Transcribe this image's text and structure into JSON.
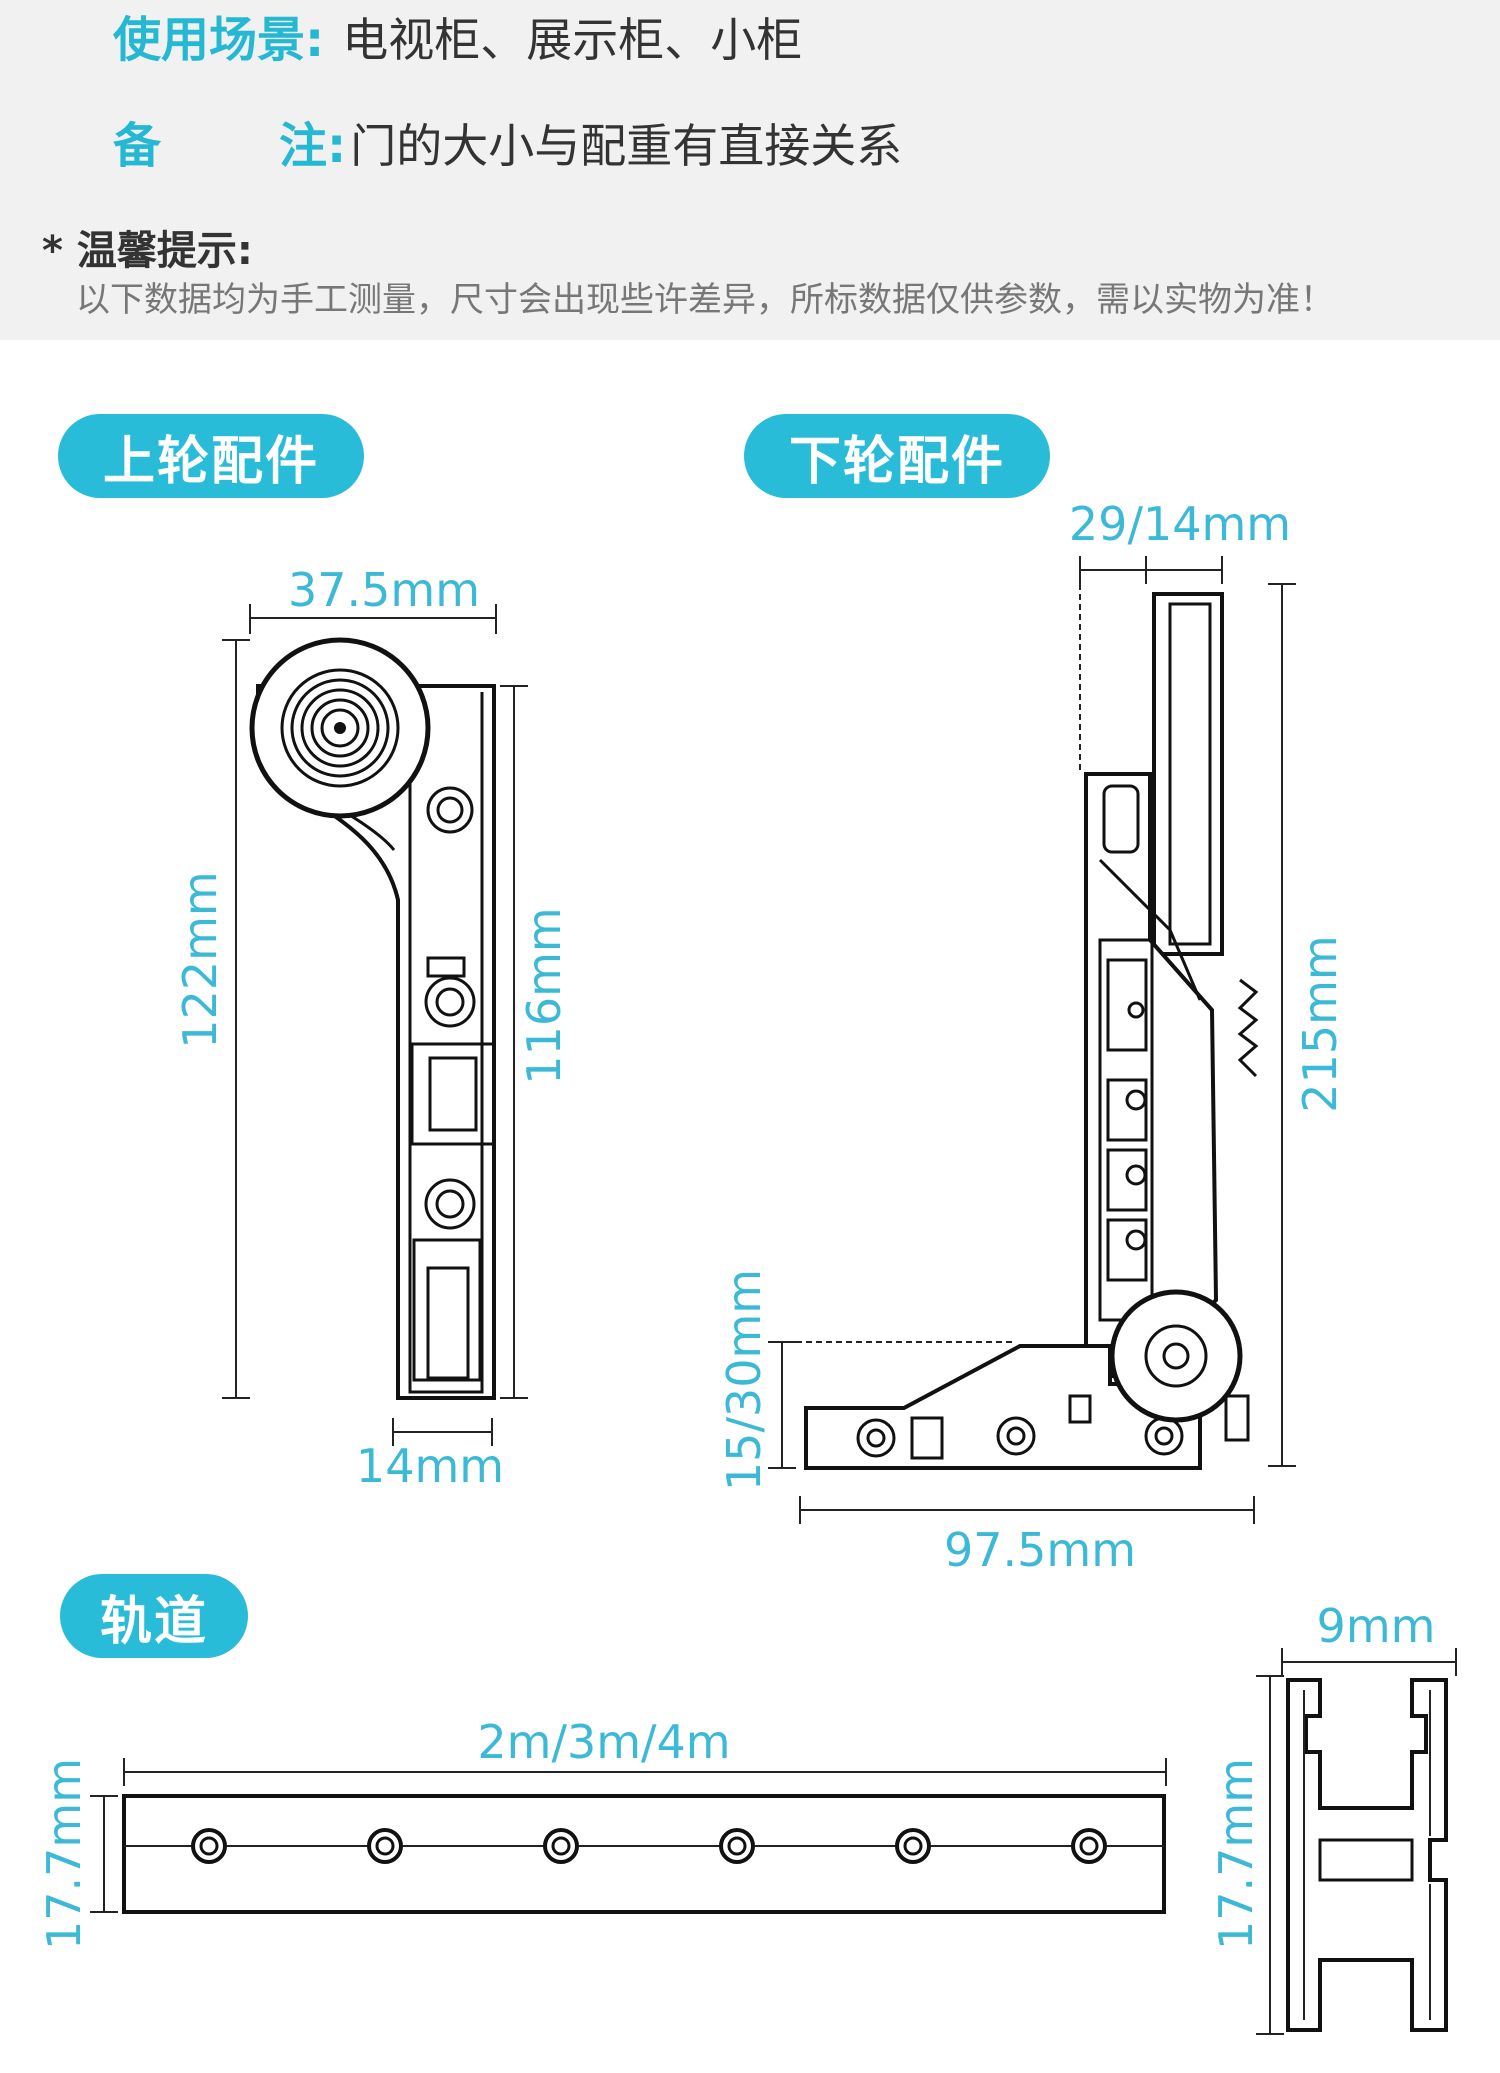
{
  "specs": {
    "usage_label": "使用场景:",
    "usage_value": "电视柜、展示柜、小柜",
    "note_label_1": "备",
    "note_label_2": "注:",
    "note_value": "门的大小与配重有直接关系"
  },
  "tip": {
    "title": "* 温馨提示:",
    "text": "以下数据均为手工测量，尺寸会出现些许差异，所标数据仅供参数，需以实物为准！"
  },
  "sections": {
    "upper_wheel": "上轮配件",
    "lower_wheel": "下轮配件",
    "track": "轨道"
  },
  "dimensions": {
    "upper_width": "37.5mm",
    "upper_height_outer": "122mm",
    "upper_height_inner": "116mm",
    "upper_bottom_width": "14mm",
    "lower_top_width": "29/14mm",
    "lower_height": "215mm",
    "lower_base_height": "15/30mm",
    "lower_width": "97.5mm",
    "track_length": "2m/3m/4m",
    "track_height": "17.7mm",
    "profile_width": "9mm",
    "profile_height": "17.7mm"
  },
  "colors": {
    "accent": "#29bcd8",
    "dimension_text": "#3cb9d6",
    "panel_bg": "#f1f1f1"
  }
}
